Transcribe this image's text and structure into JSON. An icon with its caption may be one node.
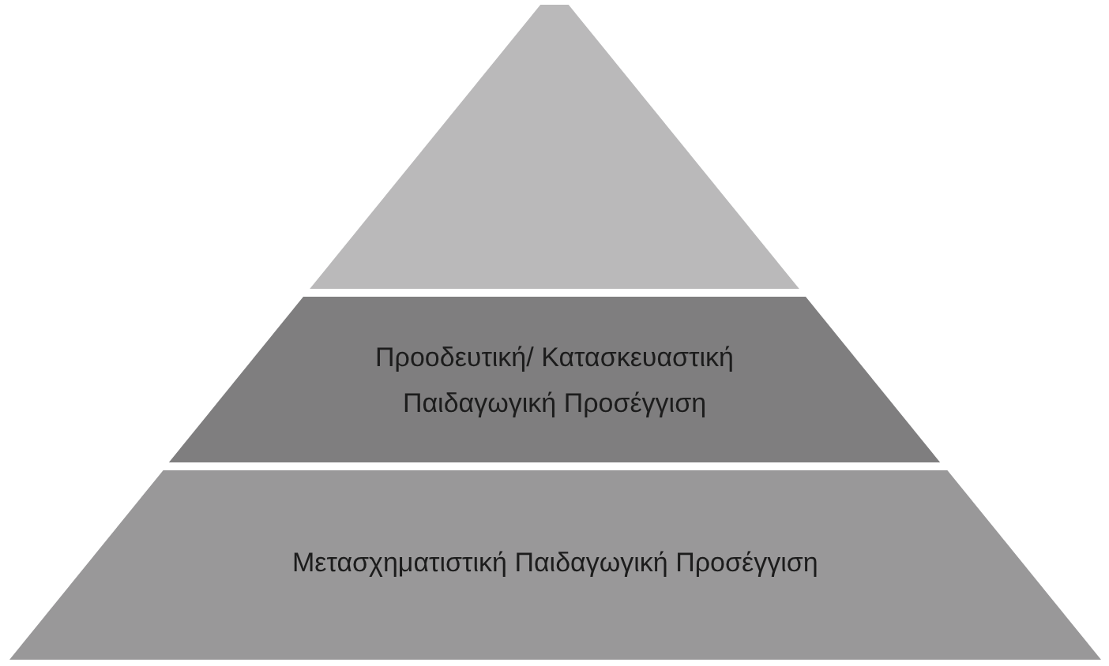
{
  "diagram": {
    "nodes": [
      {
        "text": [],
        "shape": "triangle"
      },
      {
        "text": [
          "Προοδευτική/ Κατασκευαστική Παιδαγωγική Προσέγγιση"
        ]
      },
      {
        "text": [
          "Μετασχηματιστική Παιδαγωγική Προσέγγιση"
        ]
      }
    ]
  }
}
